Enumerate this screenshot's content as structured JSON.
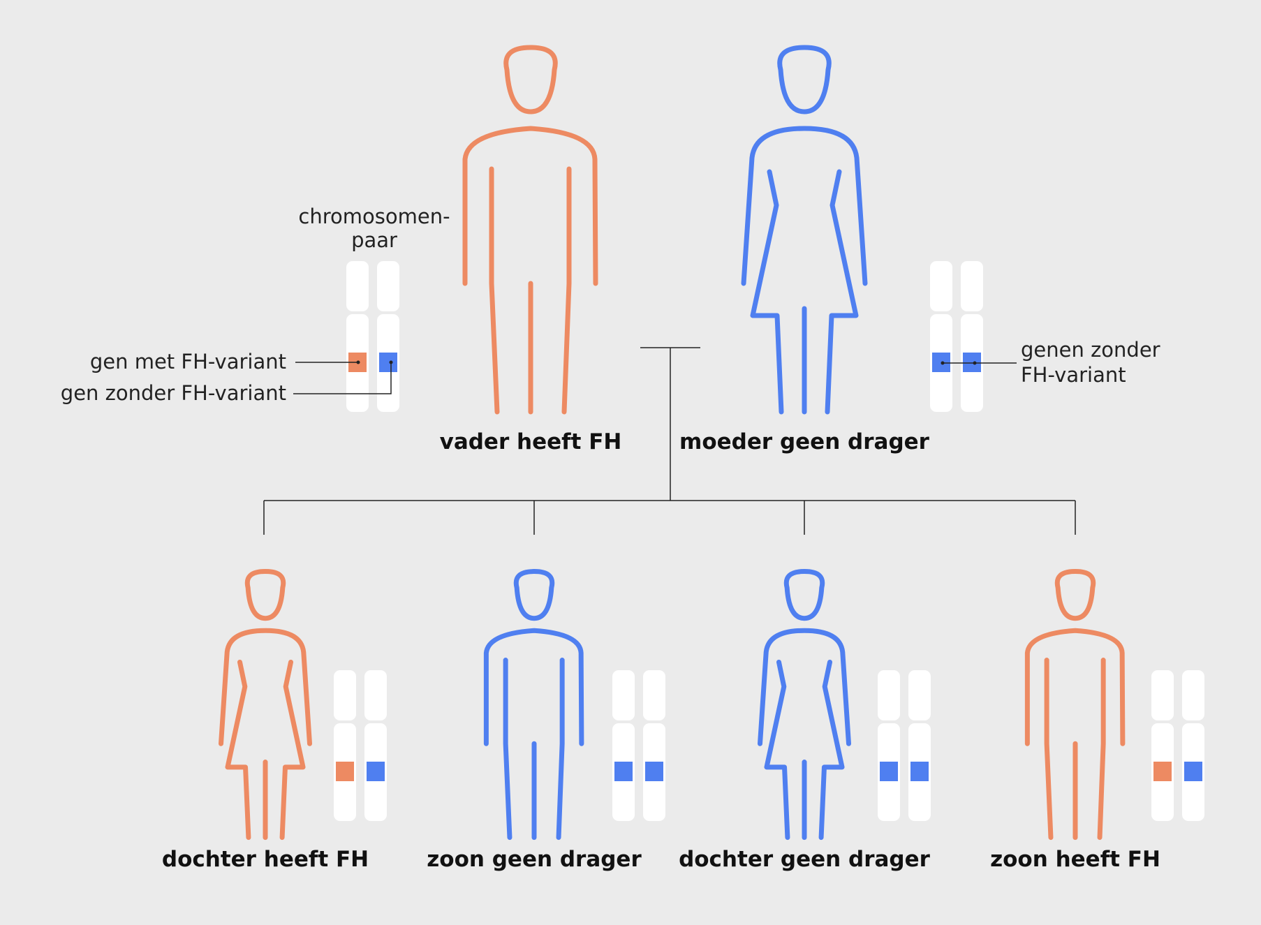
{
  "colors": {
    "background": "#ebebeb",
    "affected": "#ed8a62",
    "unaffected": "#4f7ff0",
    "chromosome": "#ffffff",
    "line": "#222222"
  },
  "legend": {
    "pair_label_line1": "chromosomen-",
    "pair_label_line2": "paar",
    "with_variant": "gen met FH-variant",
    "without_variant": "gen zonder FH-variant",
    "genes_without_line1": "genen zonder",
    "genes_without_line2": "FH-variant"
  },
  "people": [
    {
      "id": "father",
      "label": "vader heeft FH",
      "sex": "male",
      "status": "affected",
      "genes": [
        "variant",
        "normal"
      ]
    },
    {
      "id": "mother",
      "label": "moeder geen drager",
      "sex": "female",
      "status": "unaffected",
      "genes": [
        "normal",
        "normal"
      ]
    },
    {
      "id": "daughter1",
      "label": "dochter heeft FH",
      "sex": "female",
      "status": "affected",
      "genes": [
        "variant",
        "normal"
      ]
    },
    {
      "id": "son1",
      "label": "zoon geen drager",
      "sex": "male",
      "status": "unaffected",
      "genes": [
        "normal",
        "normal"
      ]
    },
    {
      "id": "daughter2",
      "label": "dochter geen drager",
      "sex": "female",
      "status": "unaffected",
      "genes": [
        "normal",
        "normal"
      ]
    },
    {
      "id": "son2",
      "label": "zoon heeft FH",
      "sex": "male",
      "status": "affected",
      "genes": [
        "variant",
        "normal"
      ]
    }
  ]
}
